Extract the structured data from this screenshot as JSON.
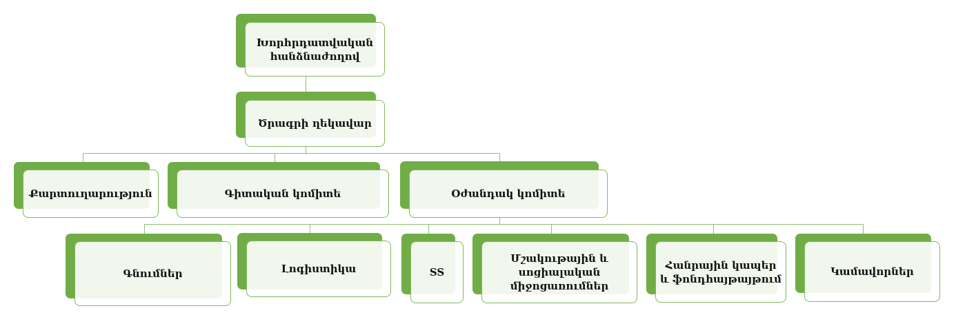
{
  "colors": {
    "accent": "#70ad47",
    "card_border": "#7fb85a",
    "connector": "#8fbf73"
  },
  "nodes": {
    "advisory": "Խորհրդատվական հանձնաժողով",
    "manager": "Ծրագրի ղեկավար",
    "secretariat": "Քարտուղարություն",
    "scientific": "Գիտական կոմիտե",
    "support": "Օժանդակ կոմիտե",
    "procurement": "Գնումներ",
    "logistics": "Լոգիստիկա",
    "ss": "SS",
    "cultural": "Մշակութային և սոցիալական միջոցառումներ",
    "pr": "Հանրային կապեր և ֆոնդհայթայթում",
    "volunteers": "Կամավորներ"
  }
}
